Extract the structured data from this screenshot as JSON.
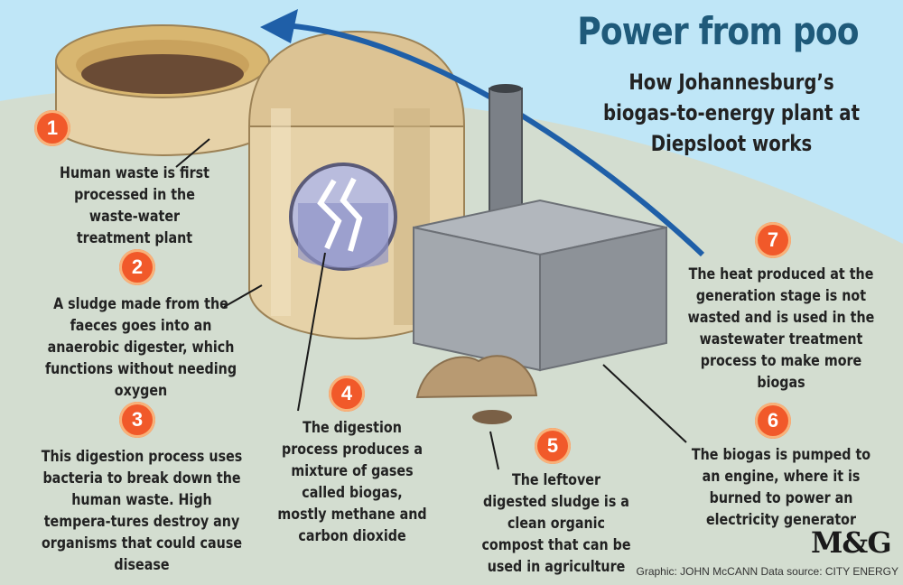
{
  "title": "Power from poo",
  "subtitle": "How Johannesburg’s biogas-to-energy plant at Diepsloot works",
  "steps": [
    {
      "num": "1",
      "text": "Human waste is first processed in the waste-water treatment plant"
    },
    {
      "num": "2",
      "text": "A sludge made from the faeces goes into an anaerobic digester, which functions without needing oxygen"
    },
    {
      "num": "3",
      "text": "This digestion process uses bacteria to break down the human waste. High tempera-tures destroy any organisms that could cause disease"
    },
    {
      "num": "4",
      "text": "The digestion process produces a mixture of gases called biogas, mostly methane and carbon dioxide"
    },
    {
      "num": "5",
      "text": "The leftover digested sludge is a clean organic compost that can be used in agriculture"
    },
    {
      "num": "6",
      "text": "The biogas is pumped to an engine, where it is burned to power an electricity generator"
    },
    {
      "num": "7",
      "text": "The heat produced at the generation stage is not wasted and is used in the wastewater treatment process to make more biogas"
    }
  ],
  "logo": "M&G",
  "credit": "Graphic: JOHN McCANN  Data source: CITY ENERGY",
  "colors": {
    "sky": "#bfe6f7",
    "ground": "#d3ddd0",
    "accent": "#f1592a",
    "arrow": "#1f5fa8",
    "title": "#1f5a7a"
  }
}
